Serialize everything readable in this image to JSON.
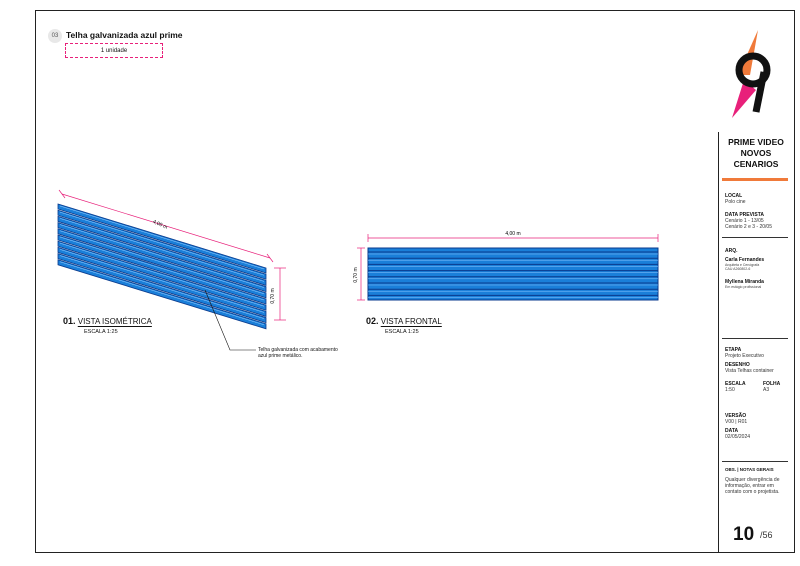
{
  "item": {
    "number": "03",
    "title": "Telha galvanizada azul prime",
    "quantity": "1 unidade"
  },
  "views": [
    {
      "number": "01.",
      "name": "VISTA ISOMÉTRICA",
      "scale": "ESCALA 1:25",
      "dim_length": "4,00 m",
      "dim_height": "0,70 m"
    },
    {
      "number": "02.",
      "name": "VISTA FRONTAL",
      "scale": "ESCALA 1:25",
      "dim_length": "4,00 m",
      "dim_height": "0,70 m"
    }
  ],
  "annotation": {
    "line1": "Telha galvanizada com acabamento",
    "line2": "azul prime metálico."
  },
  "colors": {
    "tile_blue": "#1a7fd9",
    "tile_dark": "#0a3a8c",
    "dimension_magenta": "#e8207a",
    "accent_orange": "#f07a3a"
  },
  "logo": {
    "text": "9",
    "colors": [
      "#f07a3a",
      "#e8207a",
      "#111111"
    ]
  },
  "title_block": {
    "project_title_lines": [
      "PRIME VIDEO",
      "NOVOS",
      "CENARIOS"
    ],
    "local_label": "LOCAL",
    "local_value": "Polo cine",
    "data_prevista_label": "DATA PREVISTA",
    "data_prevista_values": [
      "Cenário 1 - 13/05",
      "Cenário 2 e 3 - 20/05"
    ],
    "arq_label": "ARQ.",
    "architect_name": "Carla Fernandes",
    "architect_role": "Arquiteta e Cenógrafa",
    "architect_cau": "CAU A260802-6",
    "assistant_name": "Myllena Miranda",
    "assistant_role": "Em estágio profissional",
    "etapa_label": "ETAPA",
    "etapa_value": "Projeto Executivo",
    "desenho_label": "DESENHO",
    "desenho_value": "Vista Telhas container",
    "escala_label": "ESCALA",
    "escala_value": "1:50",
    "folha_label": "FOLHA",
    "folha_value": "A3",
    "versao_label": "VERSÃO",
    "versao_value": "V00 | R01",
    "data_label": "DATA",
    "data_value": "02/05/2024",
    "obs_label": "OBS. | NOTAS GERAIS",
    "obs_lines": [
      "Qualquer divergência de",
      "informação, entrar em",
      "contato com o projetista."
    ],
    "page_number": "10",
    "page_total": "/56"
  }
}
